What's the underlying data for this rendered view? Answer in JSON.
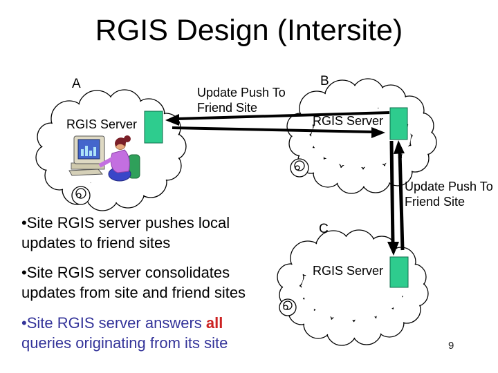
{
  "slide": {
    "title": "RGIS Design (Intersite)",
    "page_number": "9",
    "bullet_char": "•",
    "bullets": [
      {
        "pre": "Site RGIS server pushes local updates to friend sites",
        "highlight": "",
        "post": ""
      },
      {
        "pre": "Site RGIS server consolidates updates from site and friend sites",
        "highlight": "",
        "post": ""
      },
      {
        "pre": "Site RGIS server answers ",
        "highlight": "all",
        "post": " queries originating from its site"
      }
    ]
  },
  "diagram": {
    "site_a": {
      "label": "A",
      "server_label": "RGIS Server"
    },
    "site_b": {
      "label": "B",
      "server_label": "RGIS Server"
    },
    "site_c": {
      "label": "C",
      "server_label": "RGIS Server"
    },
    "arrow_label_ab": "Update Push To Friend Site",
    "arrow_label_bc": "Update Push To Friend Site"
  },
  "colors": {
    "server_box": "#2ecc8e",
    "bullet_text": "#000000",
    "accent_bullet_text": "#333399",
    "highlight_text": "#cc2222",
    "diagram_line": "#000000"
  }
}
